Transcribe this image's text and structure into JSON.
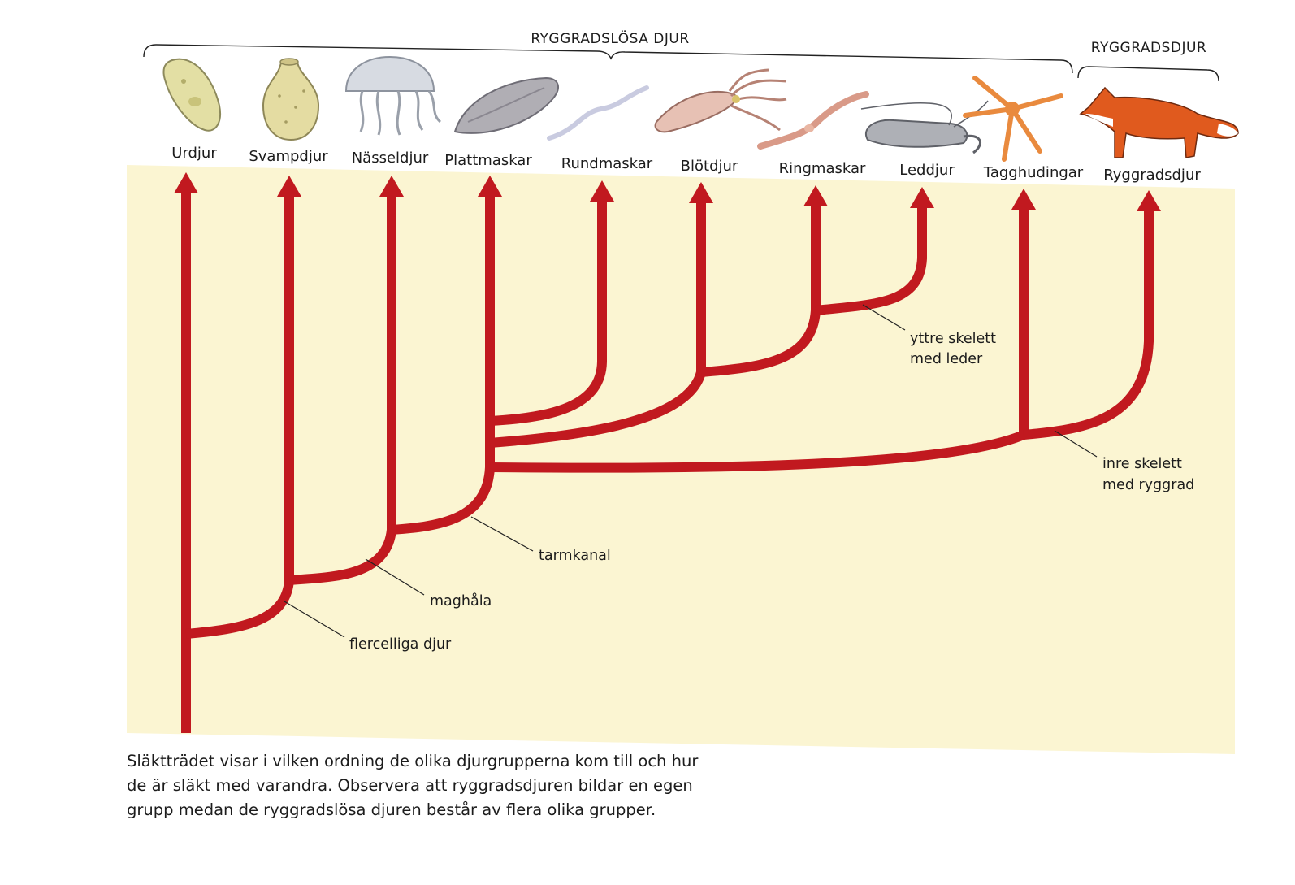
{
  "groups": {
    "invertebrates": "RYGGRADSLÖSA DJUR",
    "vertebrates": "RYGGRADSDJUR"
  },
  "taxa": [
    {
      "id": "urdjur",
      "label": "Urdjur",
      "icon": "protozoan-icon"
    },
    {
      "id": "svampdjur",
      "label": "Svampdjur",
      "icon": "sponge-icon"
    },
    {
      "id": "nasseldjur",
      "label": "Nässeldjur",
      "icon": "jellyfish-icon"
    },
    {
      "id": "plattmaskar",
      "label": "Plattmaskar",
      "icon": "flatworm-icon"
    },
    {
      "id": "rundmaskar",
      "label": "Rundmaskar",
      "icon": "roundworm-icon"
    },
    {
      "id": "blotdjur",
      "label": "Blötdjur",
      "icon": "squid-icon"
    },
    {
      "id": "ringmaskar",
      "label": "Ringmaskar",
      "icon": "earthworm-icon"
    },
    {
      "id": "leddjur",
      "label": "Leddjur",
      "icon": "shrimp-icon"
    },
    {
      "id": "tagghudingar",
      "label": "Tagghudingar",
      "icon": "starfish-icon"
    },
    {
      "id": "ryggradsdjur",
      "label": "Ryggradsdjur",
      "icon": "fox-icon"
    }
  ],
  "traits": [
    {
      "id": "flercelliga",
      "lines": [
        "flercelliga djur"
      ]
    },
    {
      "id": "maghala",
      "lines": [
        "maghåla"
      ]
    },
    {
      "id": "tarmkanal",
      "lines": [
        "tarmkanal"
      ]
    },
    {
      "id": "yttre",
      "lines": [
        "yttre skelett",
        "med leder"
      ]
    },
    {
      "id": "inre",
      "lines": [
        "inre skelett",
        "med ryggrad"
      ]
    }
  ],
  "caption": {
    "lines": [
      "Släktträdet visar i vilken ordning de olika djurgrupperna kom till och hur",
      "de är släkt med varandra. Observera att ryggradsdjuren bildar en egen",
      "grupp medan de ryggradslösa djuren består av flera olika grupper."
    ]
  },
  "colors": {
    "branch": "#c1191f",
    "background": "#fbf5d2",
    "text": "#1c1c1c"
  }
}
